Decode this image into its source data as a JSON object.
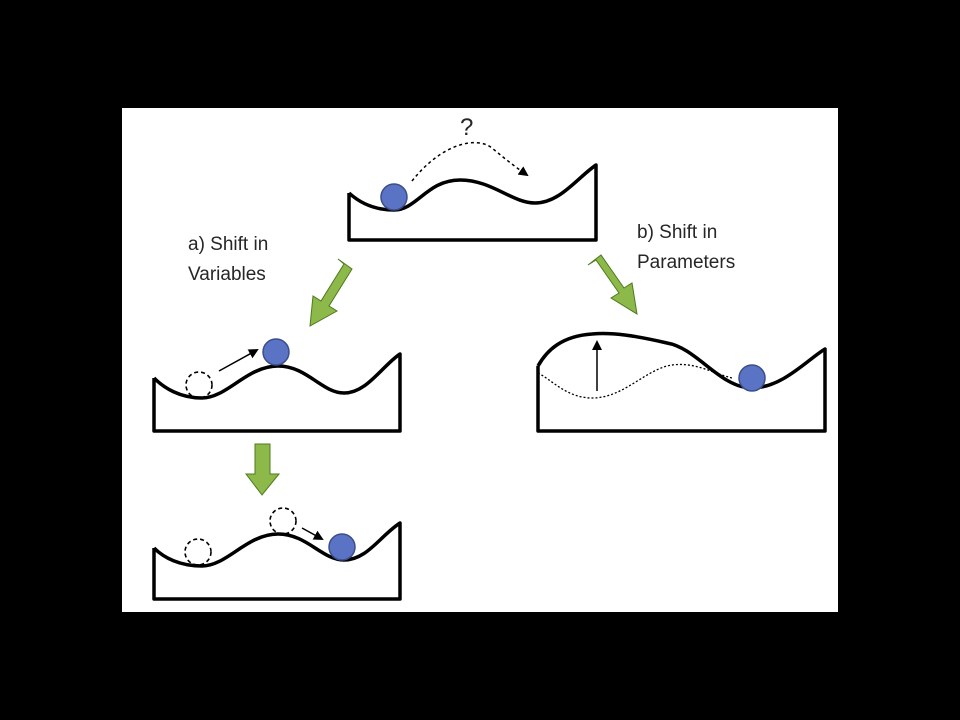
{
  "labels": {
    "question": "?",
    "shift_variables_line1": "a) Shift in",
    "shift_variables_line2": "Variables",
    "shift_parameters_line1": "b) Shift in",
    "shift_parameters_line2": "Parameters"
  },
  "colors": {
    "background": "#000000",
    "panel": "#ffffff",
    "ball": "#5b73c4",
    "arrow_fill": "#8db94a",
    "arrow_stroke": "#4e7a1e",
    "text": "#262626"
  }
}
